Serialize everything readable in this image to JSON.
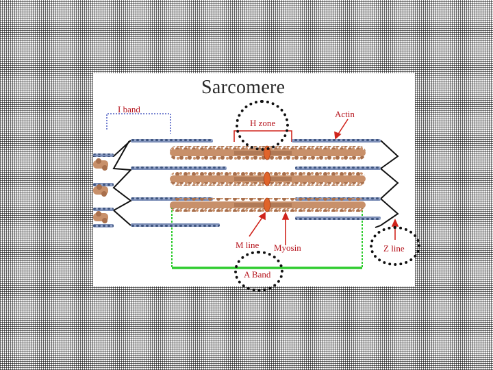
{
  "figure": {
    "title": "Sarcomere",
    "labels": {
      "i_band": "I band",
      "h_zone": "H zone",
      "actin": "Actin",
      "m_line": "M line",
      "myosin": "Myosin",
      "z_line": "Z line",
      "a_band": "A Band"
    },
    "colors": {
      "label_red": "#b5121b",
      "i_band_blue": "#2b3fb8",
      "a_band_green": "#2ecc2e",
      "myosin_brown": "#c8906a",
      "actin_blue": "#5b6f9a",
      "z_line_black": "#111111",
      "m_line_orange": "#e0642a"
    }
  }
}
